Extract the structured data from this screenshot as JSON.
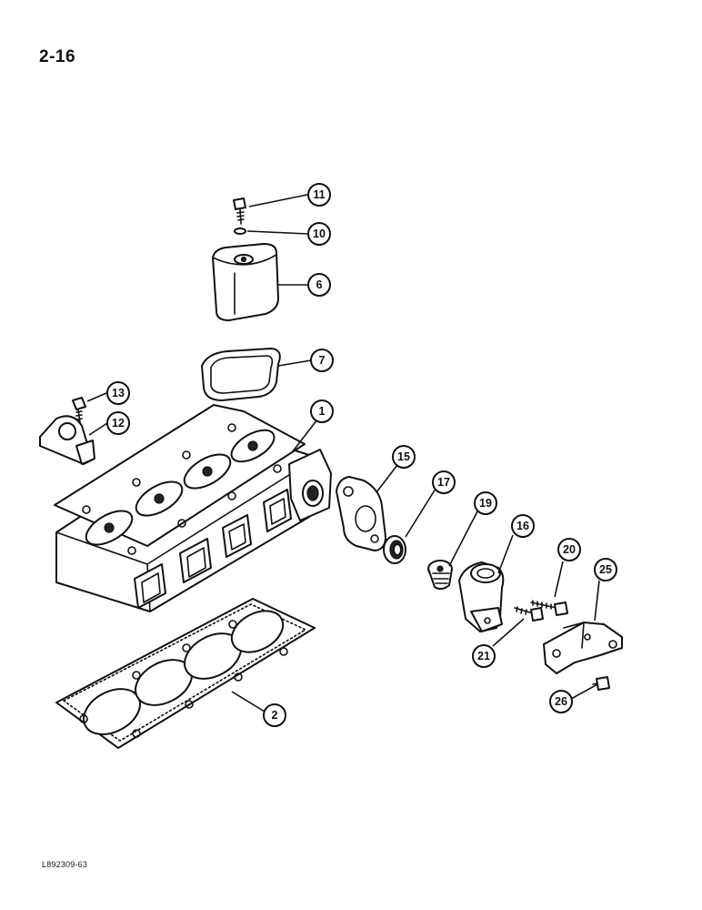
{
  "page_number": "2-16",
  "figure_code": "L892309-63",
  "callouts": {
    "c1": "1",
    "c2": "2",
    "c6": "6",
    "c7": "7",
    "c10": "10",
    "c11": "11",
    "c12": "12",
    "c13": "13",
    "c15": "15",
    "c16": "16",
    "c17": "17",
    "c19": "19",
    "c20": "20",
    "c21": "21",
    "c25": "25",
    "c26": "26"
  }
}
